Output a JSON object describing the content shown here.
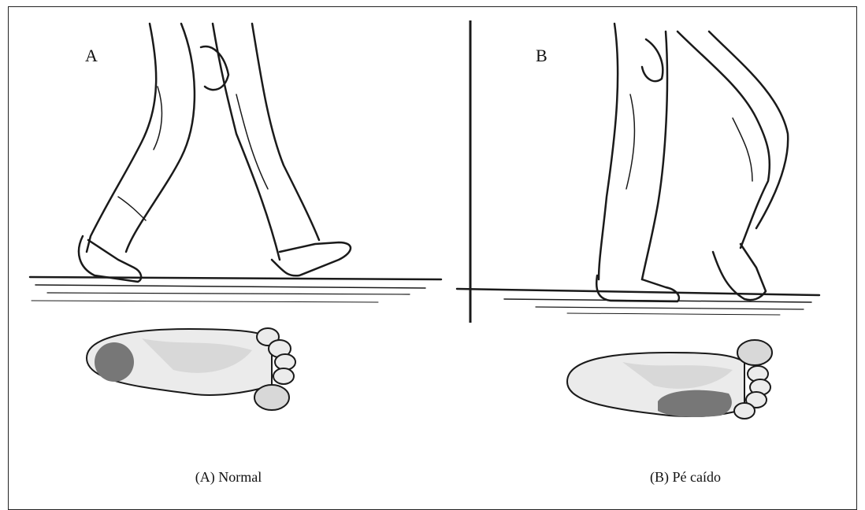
{
  "figure": {
    "panel_a": {
      "letter": "A",
      "caption": "(A) Normal"
    },
    "panel_b": {
      "letter": "B",
      "caption": "(B) Pé caído"
    },
    "colors": {
      "ink": "#1a1a1a",
      "sole_fill": "#ebebeb",
      "pressure_zone": "#777777",
      "arch_shade": "#d8d8d8"
    }
  }
}
